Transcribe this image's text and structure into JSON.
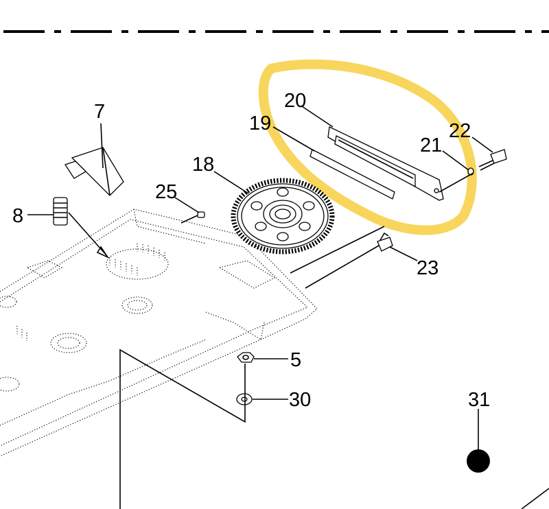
{
  "callouts": {
    "c7": "7",
    "c8": "8",
    "c18": "18",
    "c19": "19",
    "c20": "20",
    "c21": "21",
    "c22": "22",
    "c23": "23",
    "c25": "25",
    "c5": "5",
    "c30": "30",
    "c31": "31"
  },
  "colors": {
    "highlight": "#f7d04a",
    "line": "#000000"
  }
}
